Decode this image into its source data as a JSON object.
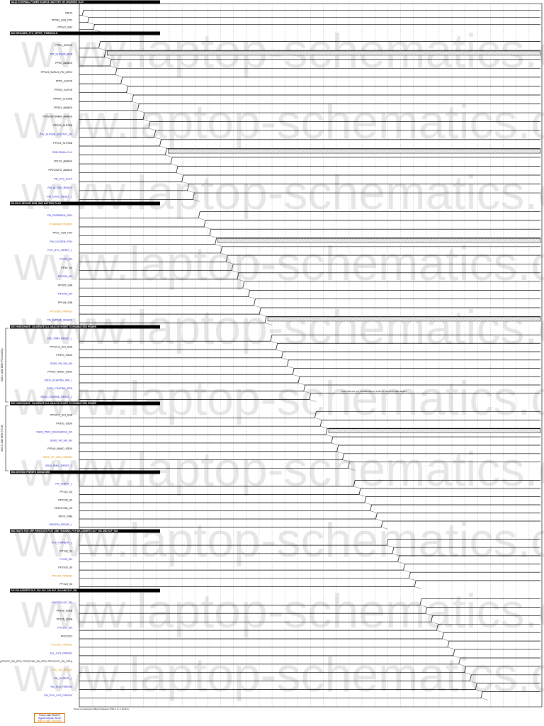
{
  "watermark": "www.laptop-schematics.com",
  "colors": {
    "power": "#000000",
    "signal": "#1a1acc",
    "rail": "#e08a00",
    "header_bg": "#000000",
    "grid": "#9a9a9a"
  },
  "sections": [
    "VALID EXTERNAL POWER SOURCE, BATTERY OR CHARGER >3.3V",
    "SMC RESUMES_SYS_UPPER_THRESHOLD",
    "PM HOLD SECURE ROM, SMC BATTERY FLAG",
    "SSD HANDSHAKE: CALIBRATE ALL ANALOG SHUNT TO ENABLE SSD POWER",
    "SSD HANDSHAKE: CALIBRATE ALL ANALOG SHUNT TO ENABLE SSD POWER",
    "SMC DRIVING PWRBTN SIGNATURE",
    "SMC WAITS FOR ARP, RESOLVES PCIE LINK TRAINING, PCH DE-ASSERTS SLP_S0# AND SLP_S3#",
    "PCH DE-ASSERTS SLP_S0# SLP_S3# SLP_S4# AND SLP_S5#"
  ],
  "side_labels": [
    "SSD 1 LANE BIKE (PCI-E/SATA)",
    "SSD 2 LANE BIKE (PCI-E)"
  ],
  "signals": [
    {
      "s": 0,
      "label": "PBUS",
      "c": "p"
    },
    {
      "s": 0,
      "label": "PPVIN_G3H_P3V",
      "c": "p"
    },
    {
      "s": 0,
      "label": "PP3V3_G3H",
      "c": "p"
    },
    {
      "s": 1,
      "label": "PP5V_SUSUS",
      "c": "p"
    },
    {
      "s": 1,
      "label": "PM_SLPS3M_BDB",
      "c": "s"
    },
    {
      "s": 1,
      "label": "PP5V_AWAKE",
      "c": "p"
    },
    {
      "s": 1,
      "label": "PP3V3_SUSUS_PM_MPIO",
      "c": "p"
    },
    {
      "s": 1,
      "label": "PP5V_SLPUS",
      "c": "p"
    },
    {
      "s": 1,
      "label": "PP3V3_SLPUS",
      "c": "p"
    },
    {
      "s": 1,
      "label": "PP5V0_SLPS0B",
      "c": "p"
    },
    {
      "s": 1,
      "label": "PP3V3_AWAKE",
      "c": "p"
    },
    {
      "s": 1,
      "label": "PP5V0CPSNRM_AWAKE",
      "c": "p"
    },
    {
      "s": 1,
      "label": "PP3V3_SLPS0B",
      "c": "p"
    },
    {
      "s": 1,
      "label": "P3V_SLPS0B_BOOTST_EN",
      "c": "s"
    },
    {
      "s": 1,
      "label": "PP1V1_SLPS0B",
      "c": "p"
    },
    {
      "s": 1,
      "label": "BSB-50MHz CLK",
      "c": "s"
    },
    {
      "s": 1,
      "label": "PP1V2_AWAKE",
      "c": "p"
    },
    {
      "s": 1,
      "label": "PP3V3CPU_AWAKE",
      "c": "p"
    },
    {
      "s": 1,
      "label": "PM_SYS_SLEP",
      "c": "s"
    },
    {
      "s": 1,
      "label": "PM_ACTIVE_READY",
      "c": "s"
    },
    {
      "s": 1,
      "label": "PM_CRUS_RESET_L",
      "c": "s"
    },
    {
      "s": 2,
      "label": "PM_PWRBRAN_RSU",
      "c": "s"
    },
    {
      "s": 2,
      "label": "PCH/RAM_PM/SRV",
      "c": "r"
    },
    {
      "s": 2,
      "label": "PP3V_G3H_P3V",
      "c": "p"
    },
    {
      "s": 2,
      "label": "PM_CLKGEN_PCH",
      "c": "s"
    },
    {
      "s": 2,
      "label": "PCH_RTC_RESET_L",
      "c": "s"
    },
    {
      "s": 2,
      "label": "P1V05_EN",
      "c": "s"
    },
    {
      "s": 2,
      "label": "PP3V_S0",
      "c": "p"
    },
    {
      "s": 2,
      "label": "P3V3S0_EN",
      "c": "s"
    },
    {
      "s": 2,
      "label": "PP3V5_S0B",
      "c": "p"
    },
    {
      "s": 2,
      "label": "P3V0S0_EN",
      "c": "s"
    },
    {
      "s": 2,
      "label": "PP1V8_S0B",
      "c": "p"
    },
    {
      "s": 2,
      "label": "PP1V8S0_PWRGD",
      "c": "r"
    },
    {
      "s": 2,
      "label": "PM_SLPS3B_MEARE",
      "c": "s"
    },
    {
      "s": 3,
      "label": "SSD_PWR_RESET_L",
      "c": "s"
    },
    {
      "s": 3,
      "label": "PPVCC3_A/H_SSB",
      "c": "p"
    },
    {
      "s": 3,
      "label": "PP3V3_SSD0",
      "c": "p"
    },
    {
      "s": 3,
      "label": "SSD0_VR_SW_EN",
      "c": "s"
    },
    {
      "s": 3,
      "label": "PP3V0_NAND_SSD0",
      "c": "p"
    },
    {
      "s": 3,
      "label": "SSD0_SCAPING_INP_L",
      "c": "s"
    },
    {
      "s": 3,
      "label": "SSD0_CS4PINA_PPB",
      "c": "s"
    },
    {
      "s": 3,
      "label": "SSD0_CS4PINA_RESET_L",
      "c": "s"
    },
    {
      "s": 4,
      "label": "PPVCC3_A/H_SSB",
      "c": "p"
    },
    {
      "s": 4,
      "label": "PP3V3_SSD0",
      "c": "p"
    },
    {
      "s": 4,
      "label": "SSD0_PMIC_DISCHARGE_EN",
      "c": "s"
    },
    {
      "s": 4,
      "label": "SSD0_VR_SW_EN",
      "c": "s"
    },
    {
      "s": 4,
      "label": "PP3V0_NAND_SSD0",
      "c": "p"
    },
    {
      "s": 4,
      "label": "SSD0_VR_SSD_PWRGD",
      "c": "r"
    },
    {
      "s": 4,
      "label": "SSD0_PMIC_RESET_L",
      "c": "s"
    },
    {
      "s": 5,
      "label": "PM_SHDPT_L",
      "c": "s"
    },
    {
      "s": 5,
      "label": "PP1V2_S0",
      "c": "p"
    },
    {
      "s": 5,
      "label": "PP1V05_S0",
      "c": "p"
    },
    {
      "s": 5,
      "label": "PP3VCCSB_S0",
      "c": "p"
    },
    {
      "s": 5,
      "label": "PPVV_PBM",
      "c": "p"
    },
    {
      "s": 5,
      "label": "SMC/PM_SSSMT_L",
      "c": "s"
    },
    {
      "s": 6,
      "label": "PCH_PWRBTN_L",
      "c": "s"
    },
    {
      "s": 6,
      "label": "PP1V8_S3",
      "c": "p"
    },
    {
      "s": 6,
      "label": "P1V05_EN",
      "c": "s"
    },
    {
      "s": 6,
      "label": "PP1V05_S0",
      "c": "p"
    },
    {
      "s": 6,
      "label": "PP1V05_PWRGD",
      "c": "r"
    },
    {
      "s": 6,
      "label": "PP1V5_S0",
      "c": "p"
    },
    {
      "s": 7,
      "label": "PVCCPLLOC_EN",
      "c": "s"
    },
    {
      "s": 7,
      "label": "PP1V8_S0SB",
      "c": "p"
    },
    {
      "s": 7,
      "label": "PP1V5_S0SB",
      "c": "p"
    },
    {
      "s": 7,
      "label": "PVCCIO_EN",
      "c": "s"
    },
    {
      "s": 7,
      "label": "PPVCCIO",
      "c": "p"
    },
    {
      "s": 7,
      "label": "PVCCIO_PWRGD",
      "c": "r"
    },
    {
      "s": 7,
      "label": "ALL_SYS_PWRGD",
      "c": "s"
    },
    {
      "s": 7,
      "label": "IMVP (including PPVCC_S0_CPU, PPVCCSA_S0_CPU, PPVCCGT_S0_CPU)",
      "c": "p"
    },
    {
      "s": 7,
      "label": "CPU_VR_READY",
      "c": "r"
    },
    {
      "s": 7,
      "label": "PM_SYSRST_L",
      "c": "s"
    },
    {
      "s": 7,
      "label": "PM_PCH_PWROK",
      "c": "s"
    },
    {
      "s": 7,
      "label": "PM_PCH_SYS_PWROK",
      "c": "s"
    }
  ],
  "hatched": [
    {
      "row": 4,
      "label": ""
    },
    {
      "row": 15,
      "label": ""
    },
    {
      "row": 24,
      "label": ""
    },
    {
      "row": 33,
      "label": ""
    },
    {
      "row": 44,
      "label": ""
    }
  ],
  "footnote": "Power up sequence different between SSD-1 vs. 2 lanking",
  "note_mid": "SSD (ANALOG, RC, SCALED DELAY) IF BOTH SSD SLOT ARE SELECT",
  "legend": {
    "power": "Power rails: BLACK",
    "signal": "Signal outputs: BLUE",
    "rail": "Rails in rails: ORANGE"
  }
}
